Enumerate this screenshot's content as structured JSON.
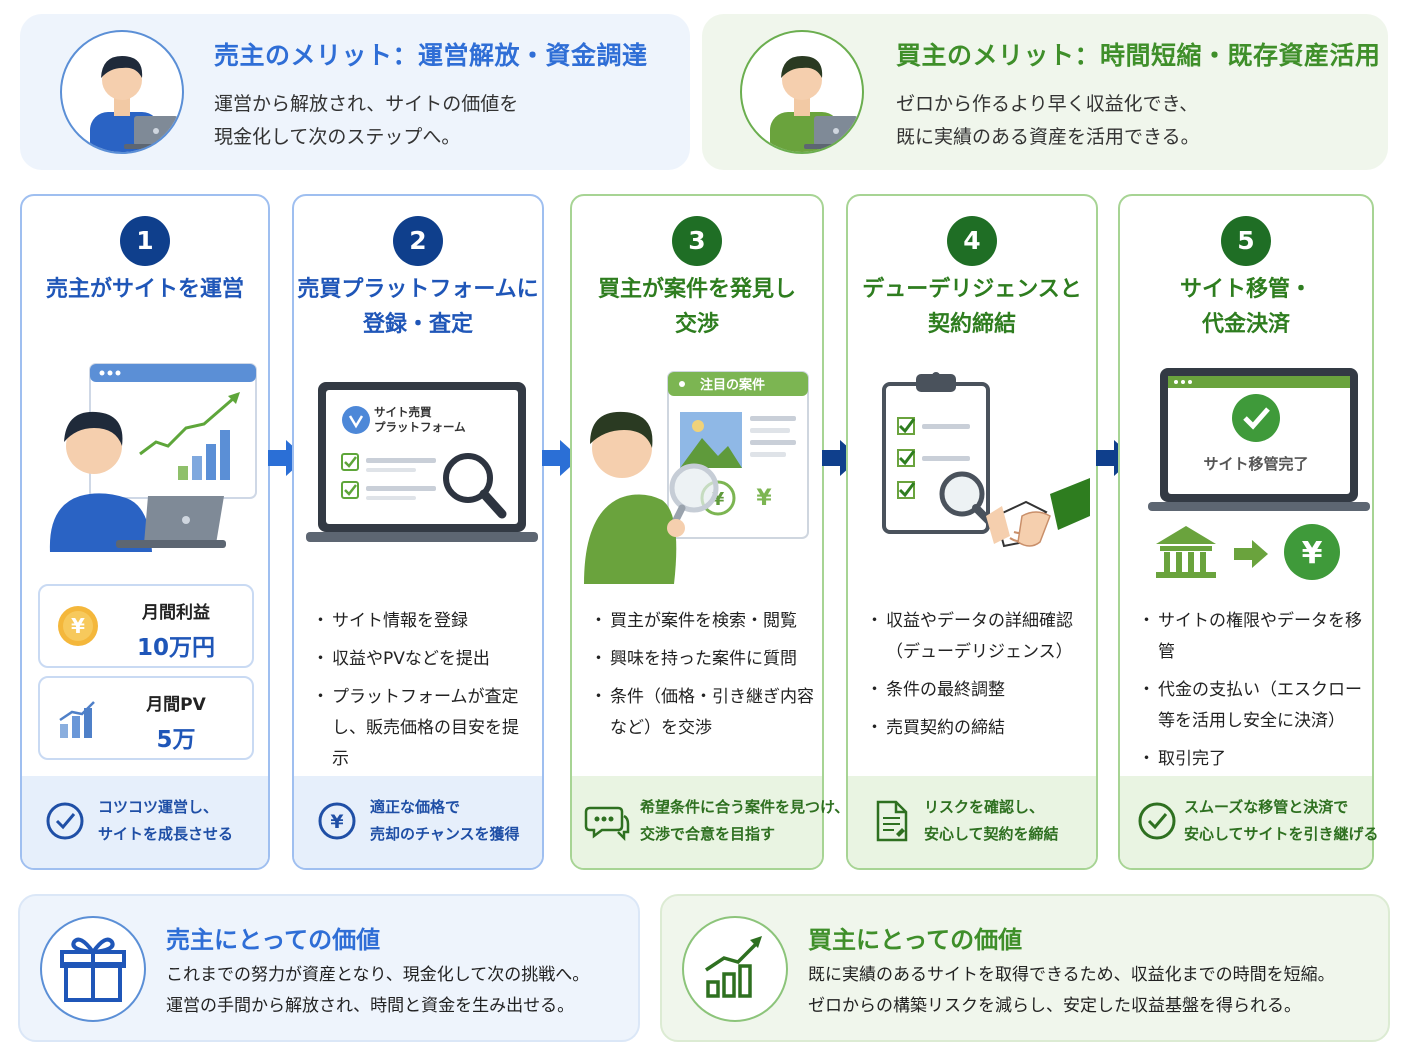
{
  "seller_merit": {
    "title": "売主のメリット：運営解放・資金調達",
    "line1": "運営から解放され、サイトの価値を",
    "line2": "現金化して次のステップへ。"
  },
  "buyer_merit": {
    "title": "買主のメリット：時間短縮・既存資産活用",
    "line1": "ゼロから作るより早く収益化でき、",
    "line2": "既に実績のある資産を活用できる。"
  },
  "steps": [
    {
      "num": "1",
      "title1": "売主がサイトを運営",
      "title2": "",
      "metrics": [
        {
          "label": "月間利益",
          "value": "10万円"
        },
        {
          "label": "月間PV",
          "value": "5万"
        }
      ],
      "foot1": "コツコツ運営し、",
      "foot2": "サイトを成長させる"
    },
    {
      "num": "2",
      "title1": "売買プラットフォームに",
      "title2": "登録・査定",
      "screen_label1": "サイト売買",
      "screen_label2": "プラットフォーム",
      "bullets": [
        "サイト情報を登録",
        "収益やPVなどを提出",
        "プラットフォームが査定し、販売価格の目安を提示"
      ],
      "foot1": "適正な価格で",
      "foot2": "売却のチャンスを獲得"
    },
    {
      "num": "3",
      "title1": "買主が案件を発見し",
      "title2": "交渉",
      "panel_label": "注目の案件",
      "bullets": [
        "買主が案件を検索・閲覧",
        "興味を持った案件に質問",
        "条件（価格・引き継ぎ内容など）を交渉"
      ],
      "foot1": "希望条件に合う案件を見つけ、",
      "foot2": "交渉で合意を目指す"
    },
    {
      "num": "4",
      "title1": "デューデリジェンスと",
      "title2": "契約締結",
      "bullets": [
        "収益やデータの詳細確認（デューデリジェンス）",
        "条件の最終調整",
        "売買契約の締結"
      ],
      "foot1": "リスクを確認し、",
      "foot2": "安心して契約を締結"
    },
    {
      "num": "5",
      "title1": "サイト移管・",
      "title2": "代金決済",
      "screen_label": "サイト移管完了",
      "bullets": [
        "サイトの権限やデータを移管",
        "代金の支払い（エスクロー等を活用し安全に決済）",
        "取引完了"
      ],
      "foot1": "スムーズな移管と決済で",
      "foot2": "安心してサイトを引き継げる"
    }
  ],
  "seller_value": {
    "title": "売主にとっての価値",
    "line1": "これまでの努力が資産となり、現金化して次の挑戦へ。",
    "line2": "運営の手間から解放され、時間と資金を生み出せる。"
  },
  "buyer_value": {
    "title": "買主にとっての価値",
    "line1": "既に実績のあるサイトを取得できるため、収益化までの時間を短縮。",
    "line2": "ゼロからの構築リスクを減らし、安定した収益基盤を得られる。"
  },
  "colors": {
    "seller_accent": "#2f6ed6",
    "buyer_accent": "#3f8f2a",
    "step_blue": "#0f3f8c",
    "step_green": "#1f6e25"
  }
}
